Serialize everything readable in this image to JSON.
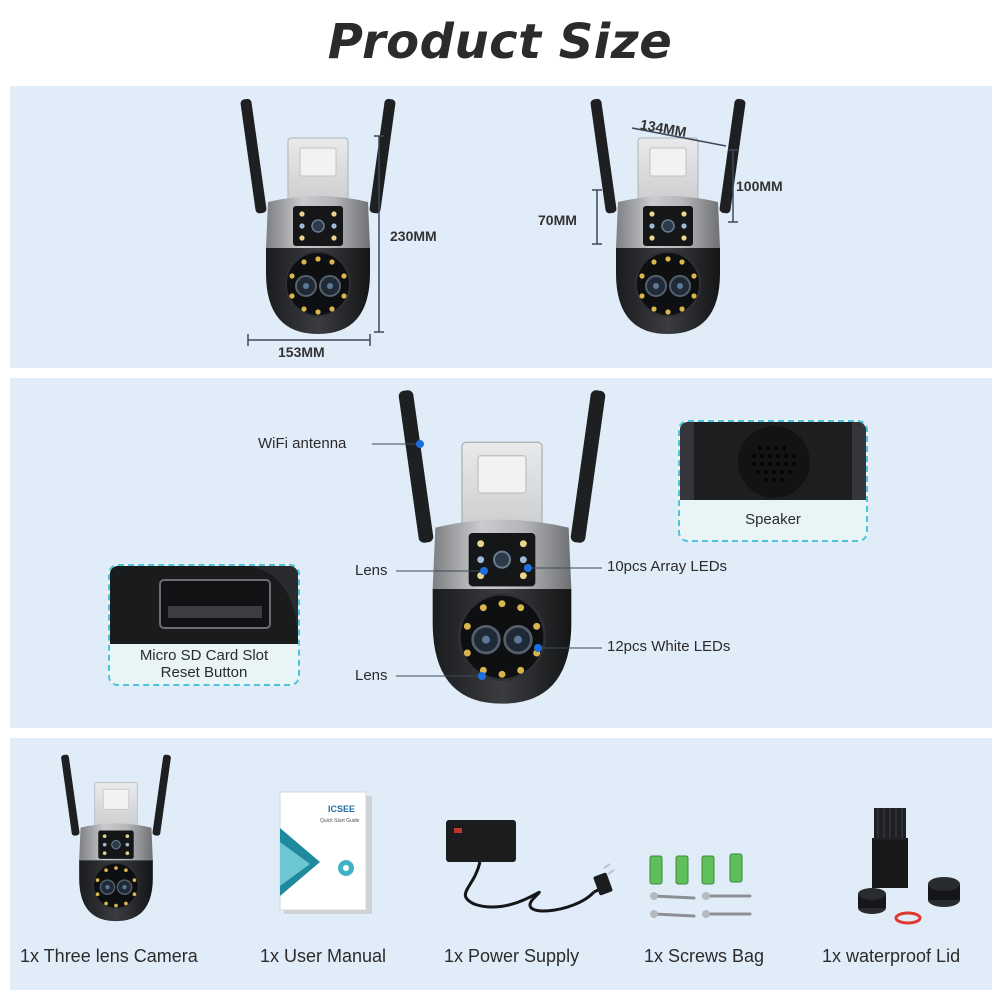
{
  "page": {
    "title": "Product Size"
  },
  "dimensions": {
    "front_height": "230MM",
    "front_width": "153MM",
    "side_depth": "134MM",
    "side_height": "100MM",
    "side_head": "70MM"
  },
  "parts": {
    "wifi_antenna": "WiFi antenna",
    "lens_top": "Lens",
    "lens_bottom": "Lens",
    "array_leds": "10pcs Array LEDs",
    "white_leds": "12pcs White LEDs",
    "speaker": "Speaker",
    "sd_slot": "Micro SD Card Slot",
    "reset": "Reset Button"
  },
  "package": {
    "items": [
      {
        "label": "1x Three lens Camera"
      },
      {
        "label": "1x User Manual"
      },
      {
        "label": "1x Power Supply"
      },
      {
        "label": "1x Screws Bag"
      },
      {
        "label": "1x waterproof Lid"
      }
    ],
    "manual_brand": "ICSEE",
    "manual_subtitle": "Quick Start Guide"
  },
  "colors": {
    "panel_bg": "#e1ecf9",
    "accent_dashed": "#4fc3d8",
    "callout_dot": "#1d6fe0",
    "dimension_line": "#3b4a5c"
  }
}
